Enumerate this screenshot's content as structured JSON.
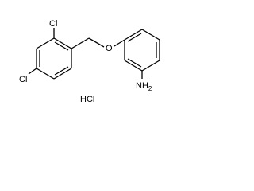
{
  "molecule": {
    "atoms": {
      "cl_top": "Cl",
      "cl_left": "Cl",
      "oxygen": "O",
      "amine": "NH",
      "amine_subscript": "2"
    },
    "salt": "HCl"
  }
}
